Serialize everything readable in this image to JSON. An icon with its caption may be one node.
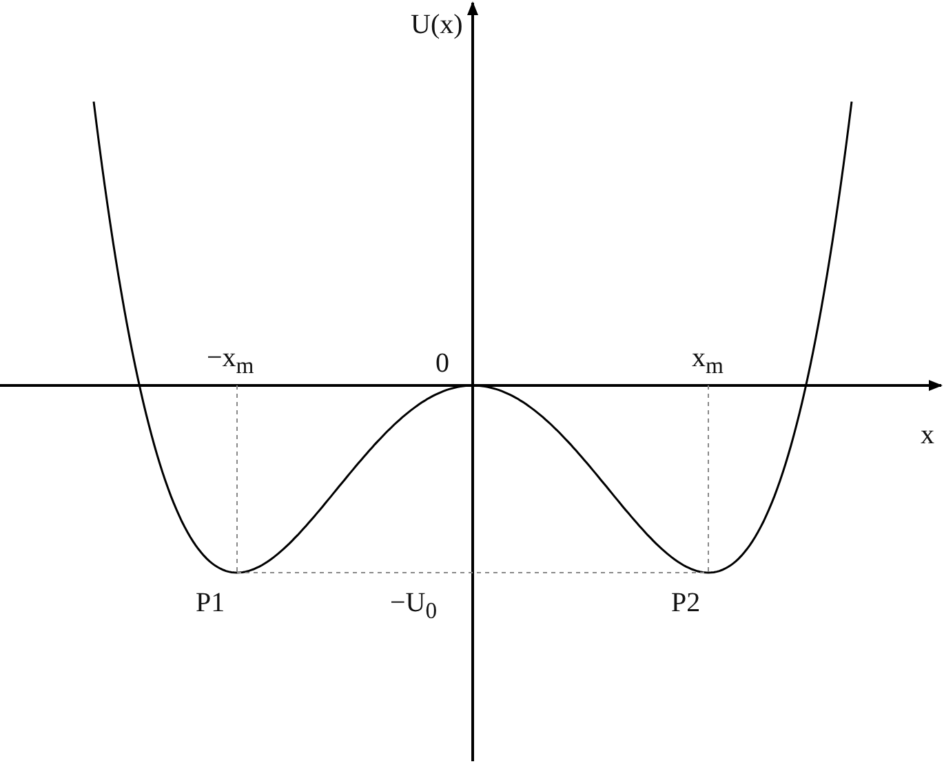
{
  "diagram": {
    "labels": [
      "U(x)",
      "−x$_{m}$",
      "0",
      "x$_{m}$",
      "x",
      "P1",
      "−U$_{0}$",
      "P2"
    ]
  }
}
